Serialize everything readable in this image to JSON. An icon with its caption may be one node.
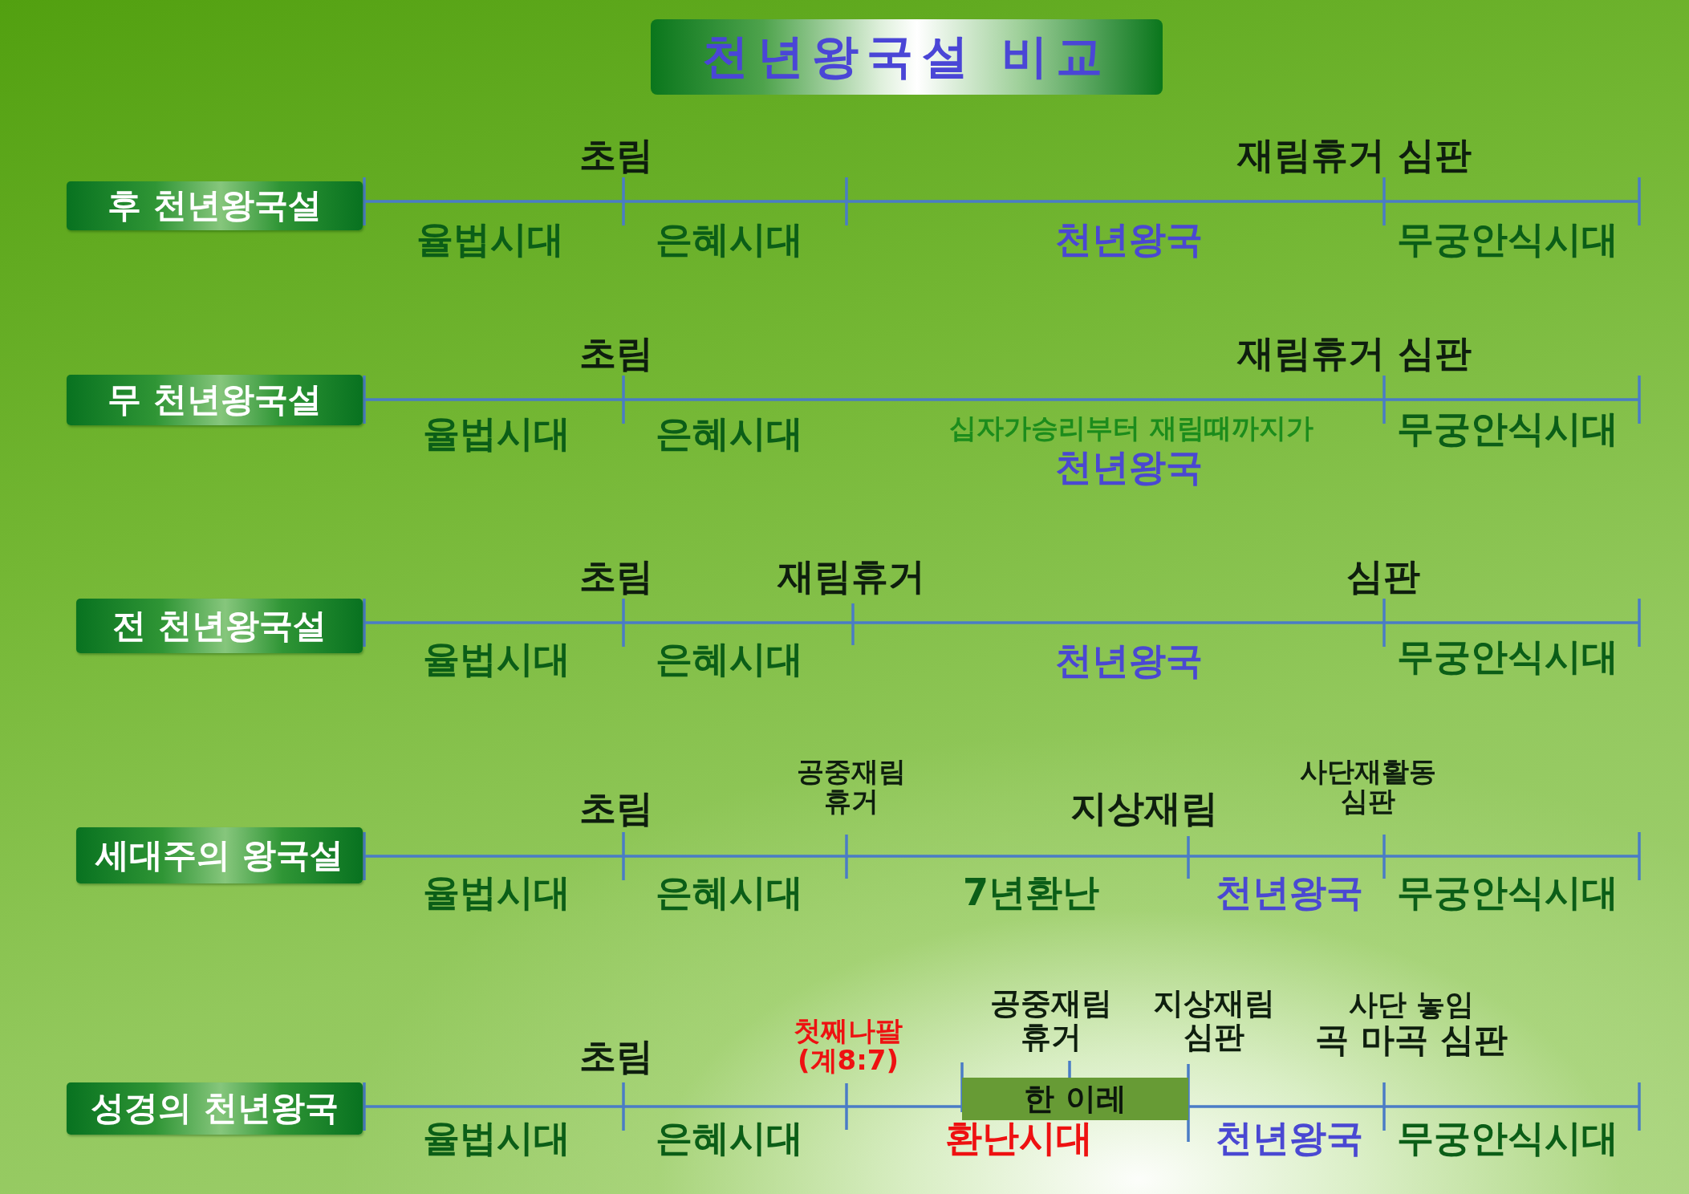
{
  "diagram": {
    "title": "천년왕국설 비교",
    "nodes": [
      {
        "text": [
          "후 천년왕국설"
        ]
      },
      {
        "text": [
          "무 천년왕국설"
        ]
      },
      {
        "text": [
          "전 천년왕국설"
        ]
      },
      {
        "text": [
          "세대주의 왕국설"
        ]
      },
      {
        "text": [
          "성경의 천년왕국"
        ]
      },
      {
        "text": [
          "한 이레"
        ]
      }
    ],
    "labels": [
      "초림",
      "재림휴거 심판",
      "율법시대",
      "은혜시대",
      "천년왕국",
      "무궁안식시대",
      "초림",
      "재림휴거 심판",
      "율법시대",
      "은혜시대",
      "십자가승리부터 재림때까지가",
      "천년왕국",
      "무궁안식시대",
      "초림",
      "재림휴거",
      "심판",
      "율법시대",
      "은혜시대",
      "천년왕국",
      "무궁안식시대",
      "초림",
      "공중재림 휴거",
      "지상재림",
      "사단재활동 심판",
      "율법시대",
      "은혜시대",
      "7년환난",
      "천년왕국",
      "무궁안식시대",
      "초림",
      "첫째나팔 (계8:7)",
      "공중재림 휴거",
      "지상재림 심판",
      "사단 놓임",
      "곡 마곡 심판",
      "율법시대",
      "은혜시대",
      "환난시대",
      "천년왕국",
      "무궁안식시대"
    ]
  }
}
